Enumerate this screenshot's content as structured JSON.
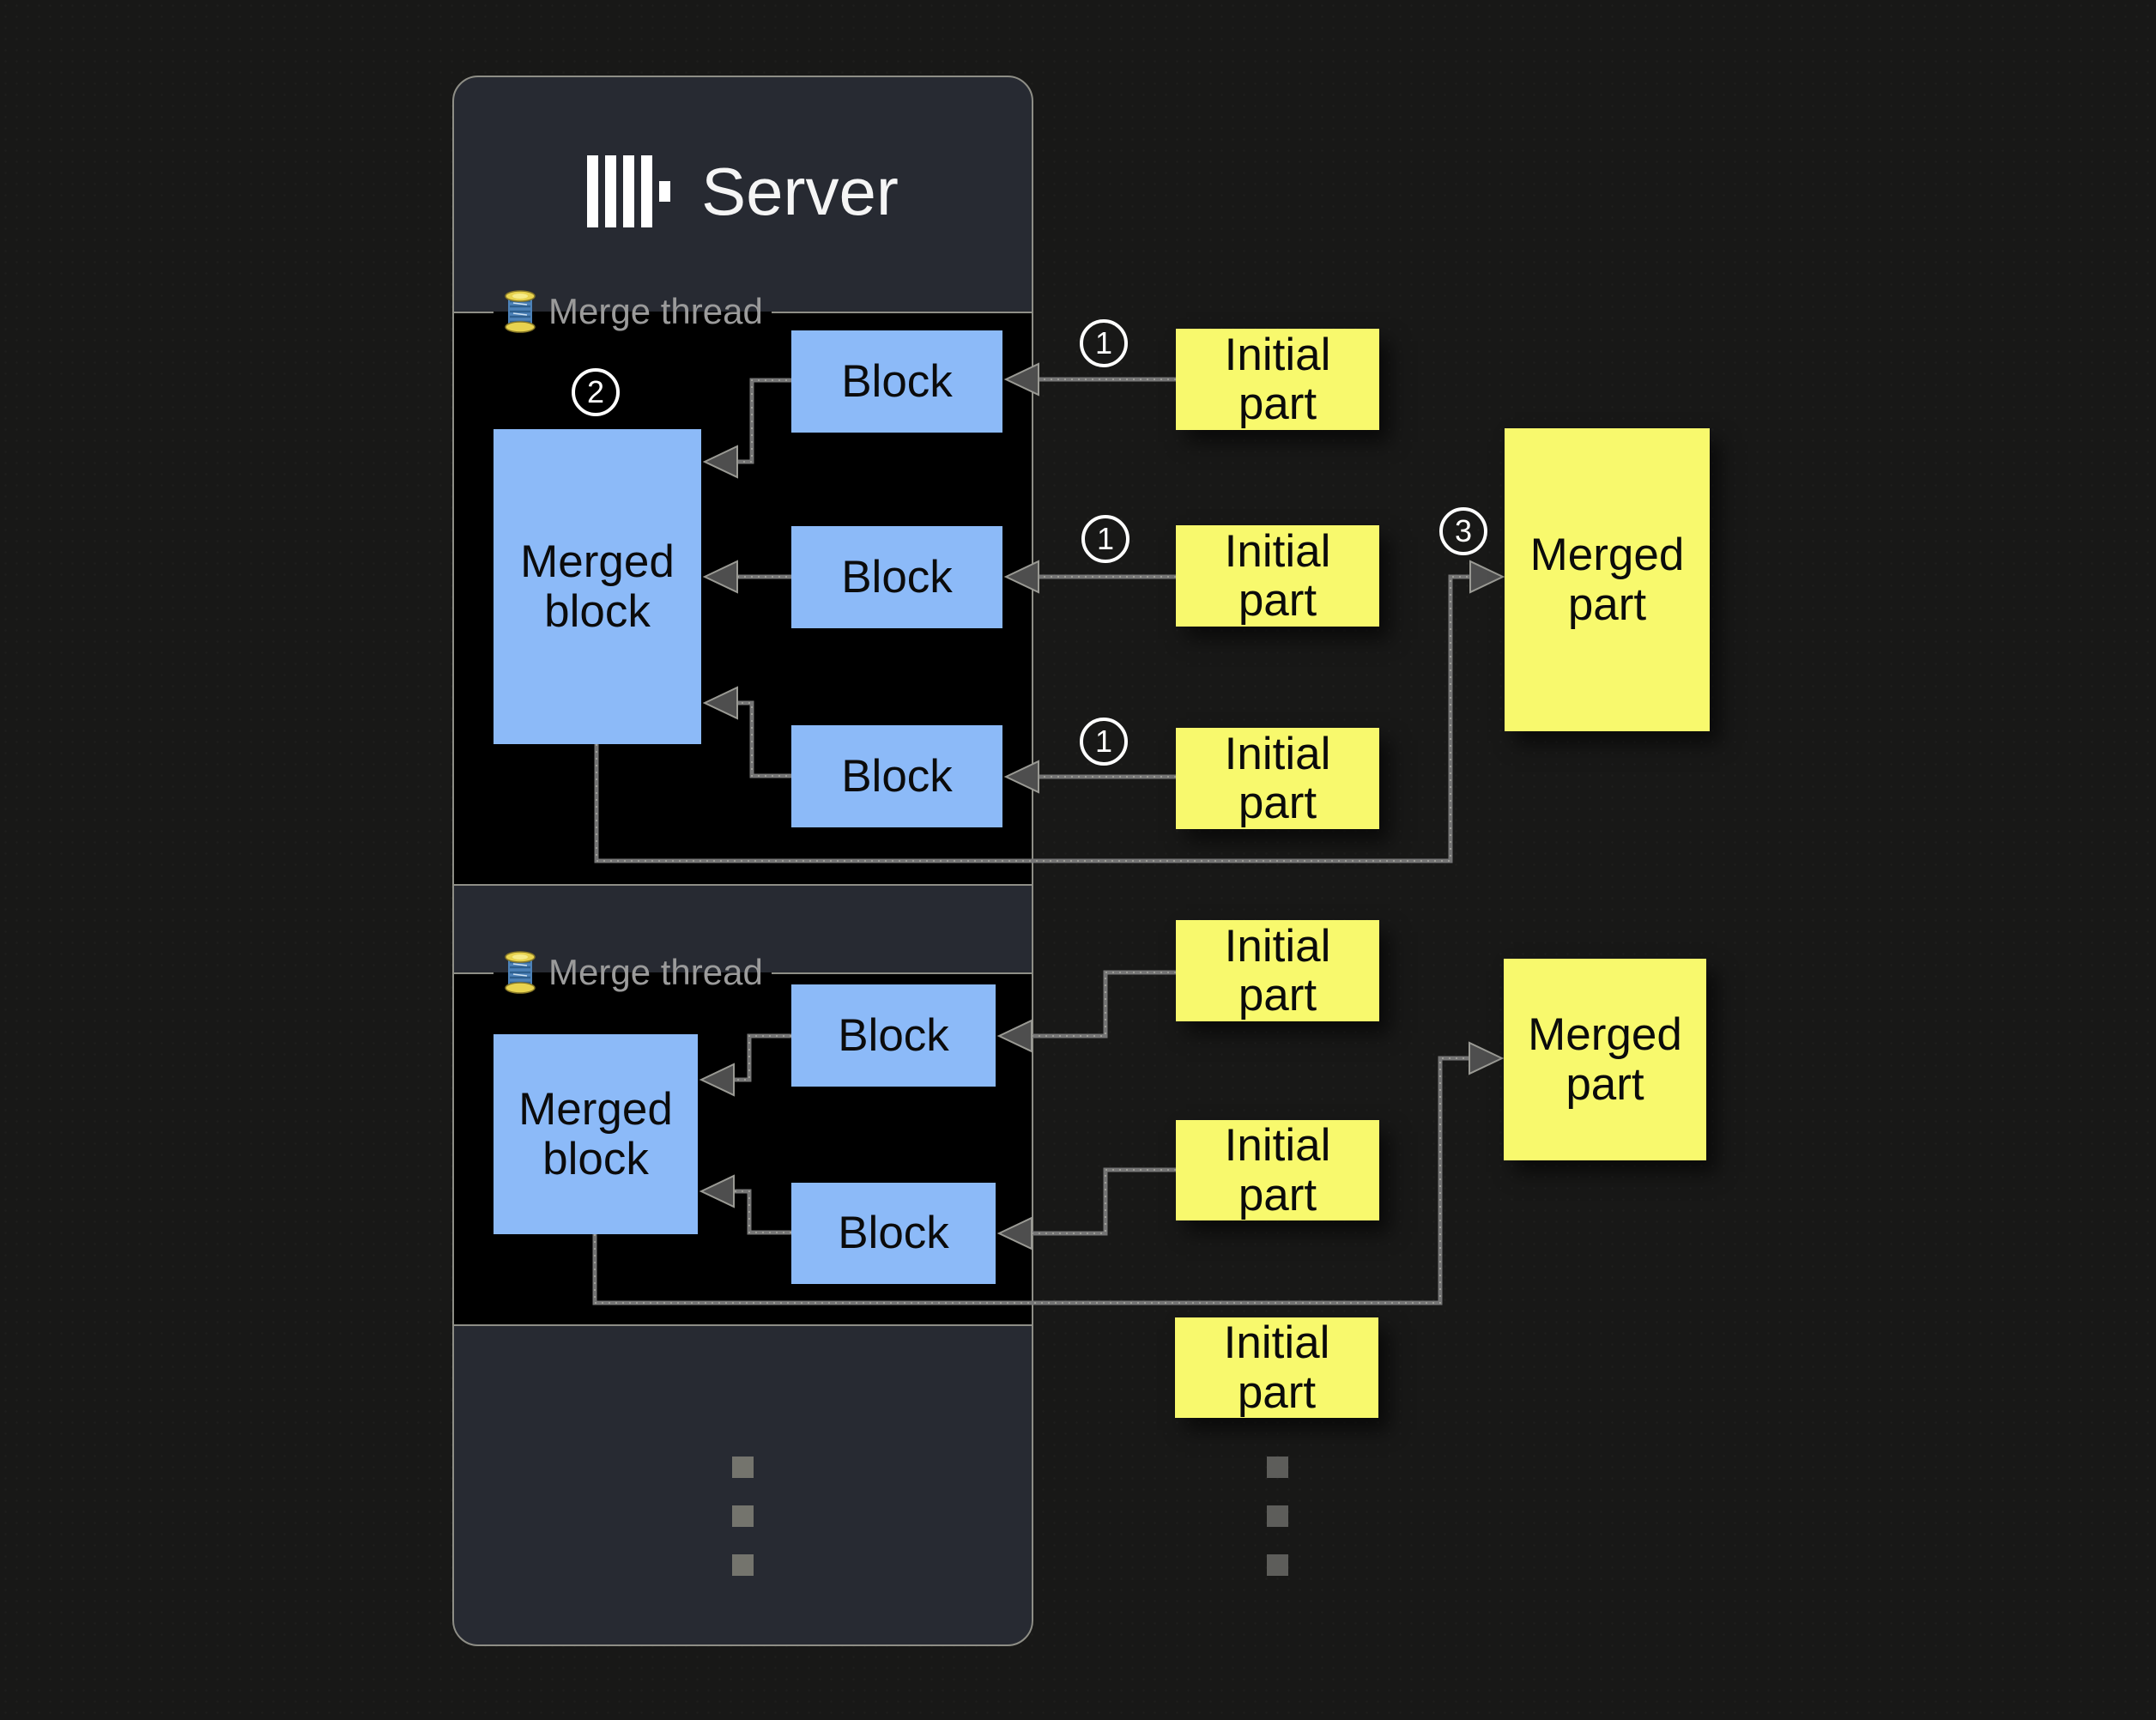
{
  "server": {
    "title": "Server",
    "logo_icon": "clickhouse-bars-logo",
    "threads": [
      {
        "label": "Merge thread",
        "icon": "thread-spool-icon",
        "step": "2",
        "merged_block": {
          "label": "Merged block"
        },
        "blocks": [
          {
            "label": "Block"
          },
          {
            "label": "Block"
          },
          {
            "label": "Block"
          }
        ]
      },
      {
        "label": "Merge thread",
        "icon": "thread-spool-icon",
        "merged_block": {
          "label": "Merged block"
        },
        "blocks": [
          {
            "label": "Block"
          },
          {
            "label": "Block"
          }
        ]
      }
    ]
  },
  "parts": {
    "initial": [
      {
        "label": "Initial part",
        "step": "1"
      },
      {
        "label": "Initial part",
        "step": "1"
      },
      {
        "label": "Initial part",
        "step": "1"
      },
      {
        "label": "Initial part"
      },
      {
        "label": "Initial part"
      },
      {
        "label": "Initial part"
      }
    ],
    "merged": [
      {
        "label": "Merged part",
        "step": "3"
      },
      {
        "label": "Merged part"
      }
    ]
  },
  "colors": {
    "background": "#181817",
    "server_panel": "#272a32",
    "panel_border": "#8e8e86",
    "thread_panel": "#000000",
    "block_fill": "#8cbaf8",
    "part_fill": "#f8f96d",
    "connector": "#767676",
    "legend_text": "#9b9b9b",
    "title_text": "#f5f5f5"
  }
}
